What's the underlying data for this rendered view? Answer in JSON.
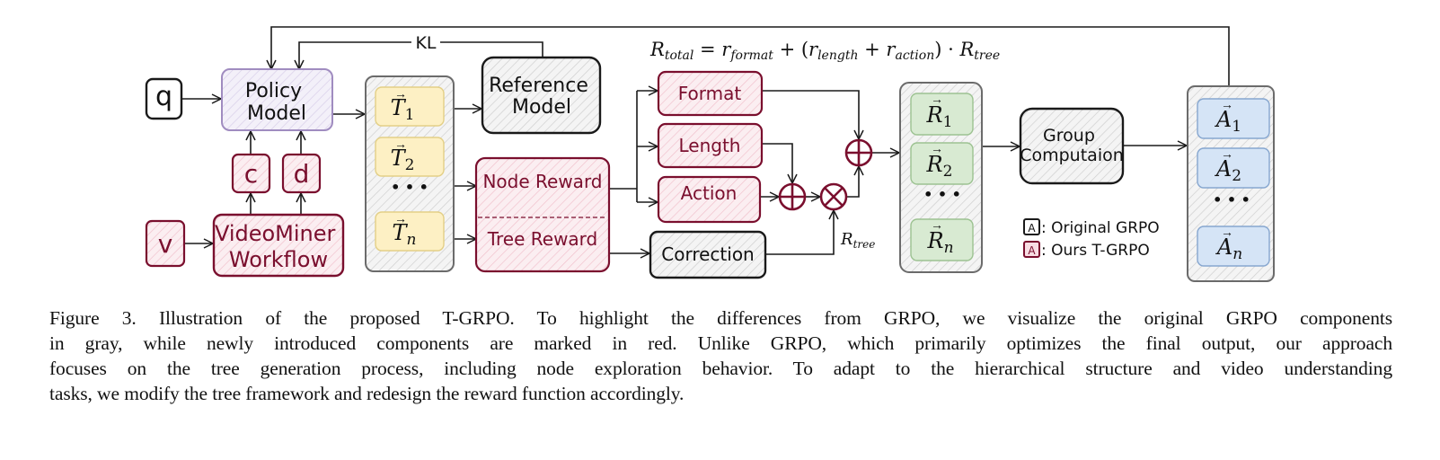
{
  "colors": {
    "gray_stroke": "#1a1a1a",
    "group_stroke": "#6b6b6b",
    "red_stroke": "#7a0f2e",
    "red_fill": "#f8dde3",
    "purple_stroke": "#a08cc0",
    "purple_fill": "#eeeaf6",
    "yellow_fill": "#fdf0c4",
    "yellow_stroke": "#e3cf86",
    "green_fill": "#d8ead2",
    "green_stroke": "#9cc291",
    "blue_fill": "#d5e4f6",
    "blue_stroke": "#86a6cf",
    "hatch": "#cfcfcf"
  },
  "diagram": {
    "inputs": {
      "q": "q",
      "v": "v",
      "c": "c",
      "d": "d"
    },
    "policy_model": [
      "Policy",
      "Model"
    ],
    "videominer": [
      "VideoMiner",
      "Workflow"
    ],
    "kl_label": "KL",
    "reference_model": [
      "Reference",
      "Model"
    ],
    "trajectories": {
      "items": [
        "T1",
        "T2",
        "Tn"
      ],
      "symbol": "T",
      "subscripts": [
        "1",
        "2",
        "n"
      ],
      "ellipsis": "• • •"
    },
    "node_reward": "Node Reward",
    "tree_reward": "Tree Reward",
    "reward_components": {
      "format": "Format",
      "length": "Length",
      "action": "Action",
      "correction": "Correction"
    },
    "operators": {
      "plus": "⊕",
      "times": "⊗"
    },
    "r_tree_label": {
      "symbol": "R",
      "sub": "tree"
    },
    "formula": {
      "lhs": "R",
      "lhs_sub": "total",
      "eq": " = ",
      "t1": "r",
      "t1_sub": "format",
      "plus1": " + (",
      "t2": "r",
      "t2_sub": "length",
      "plus2": " + ",
      "t3": "r",
      "t3_sub": "action",
      "close": ") · ",
      "t4": "R",
      "t4_sub": "tree"
    },
    "rewards": {
      "symbol": "R",
      "subscripts": [
        "1",
        "2",
        "n"
      ],
      "ellipsis": "• • •"
    },
    "group_computation": [
      "Group",
      "Computaion"
    ],
    "advantages": {
      "symbol": "A",
      "subscripts": [
        "1",
        "2",
        "n"
      ],
      "ellipsis": "• • •"
    },
    "legend": {
      "items": [
        {
          "glyph": "A",
          "label": ": Original GRPO",
          "style": "gray"
        },
        {
          "glyph": "A",
          "label": ": Ours T-GRPO",
          "style": "red"
        }
      ]
    }
  },
  "caption": {
    "lines": [
      "Figure 3.  Illustration of the proposed T-GRPO. To highlight the differences from GRPO, we visualize the original GRPO components",
      "in gray, while newly introduced components are marked in red.  Unlike GRPO, which primarily optimizes the final output, our approach",
      "focuses on the tree generation process, including node exploration behavior. To adapt to the hierarchical structure and video understanding",
      "tasks, we modify the tree framework and redesign the reward function accordingly."
    ]
  }
}
